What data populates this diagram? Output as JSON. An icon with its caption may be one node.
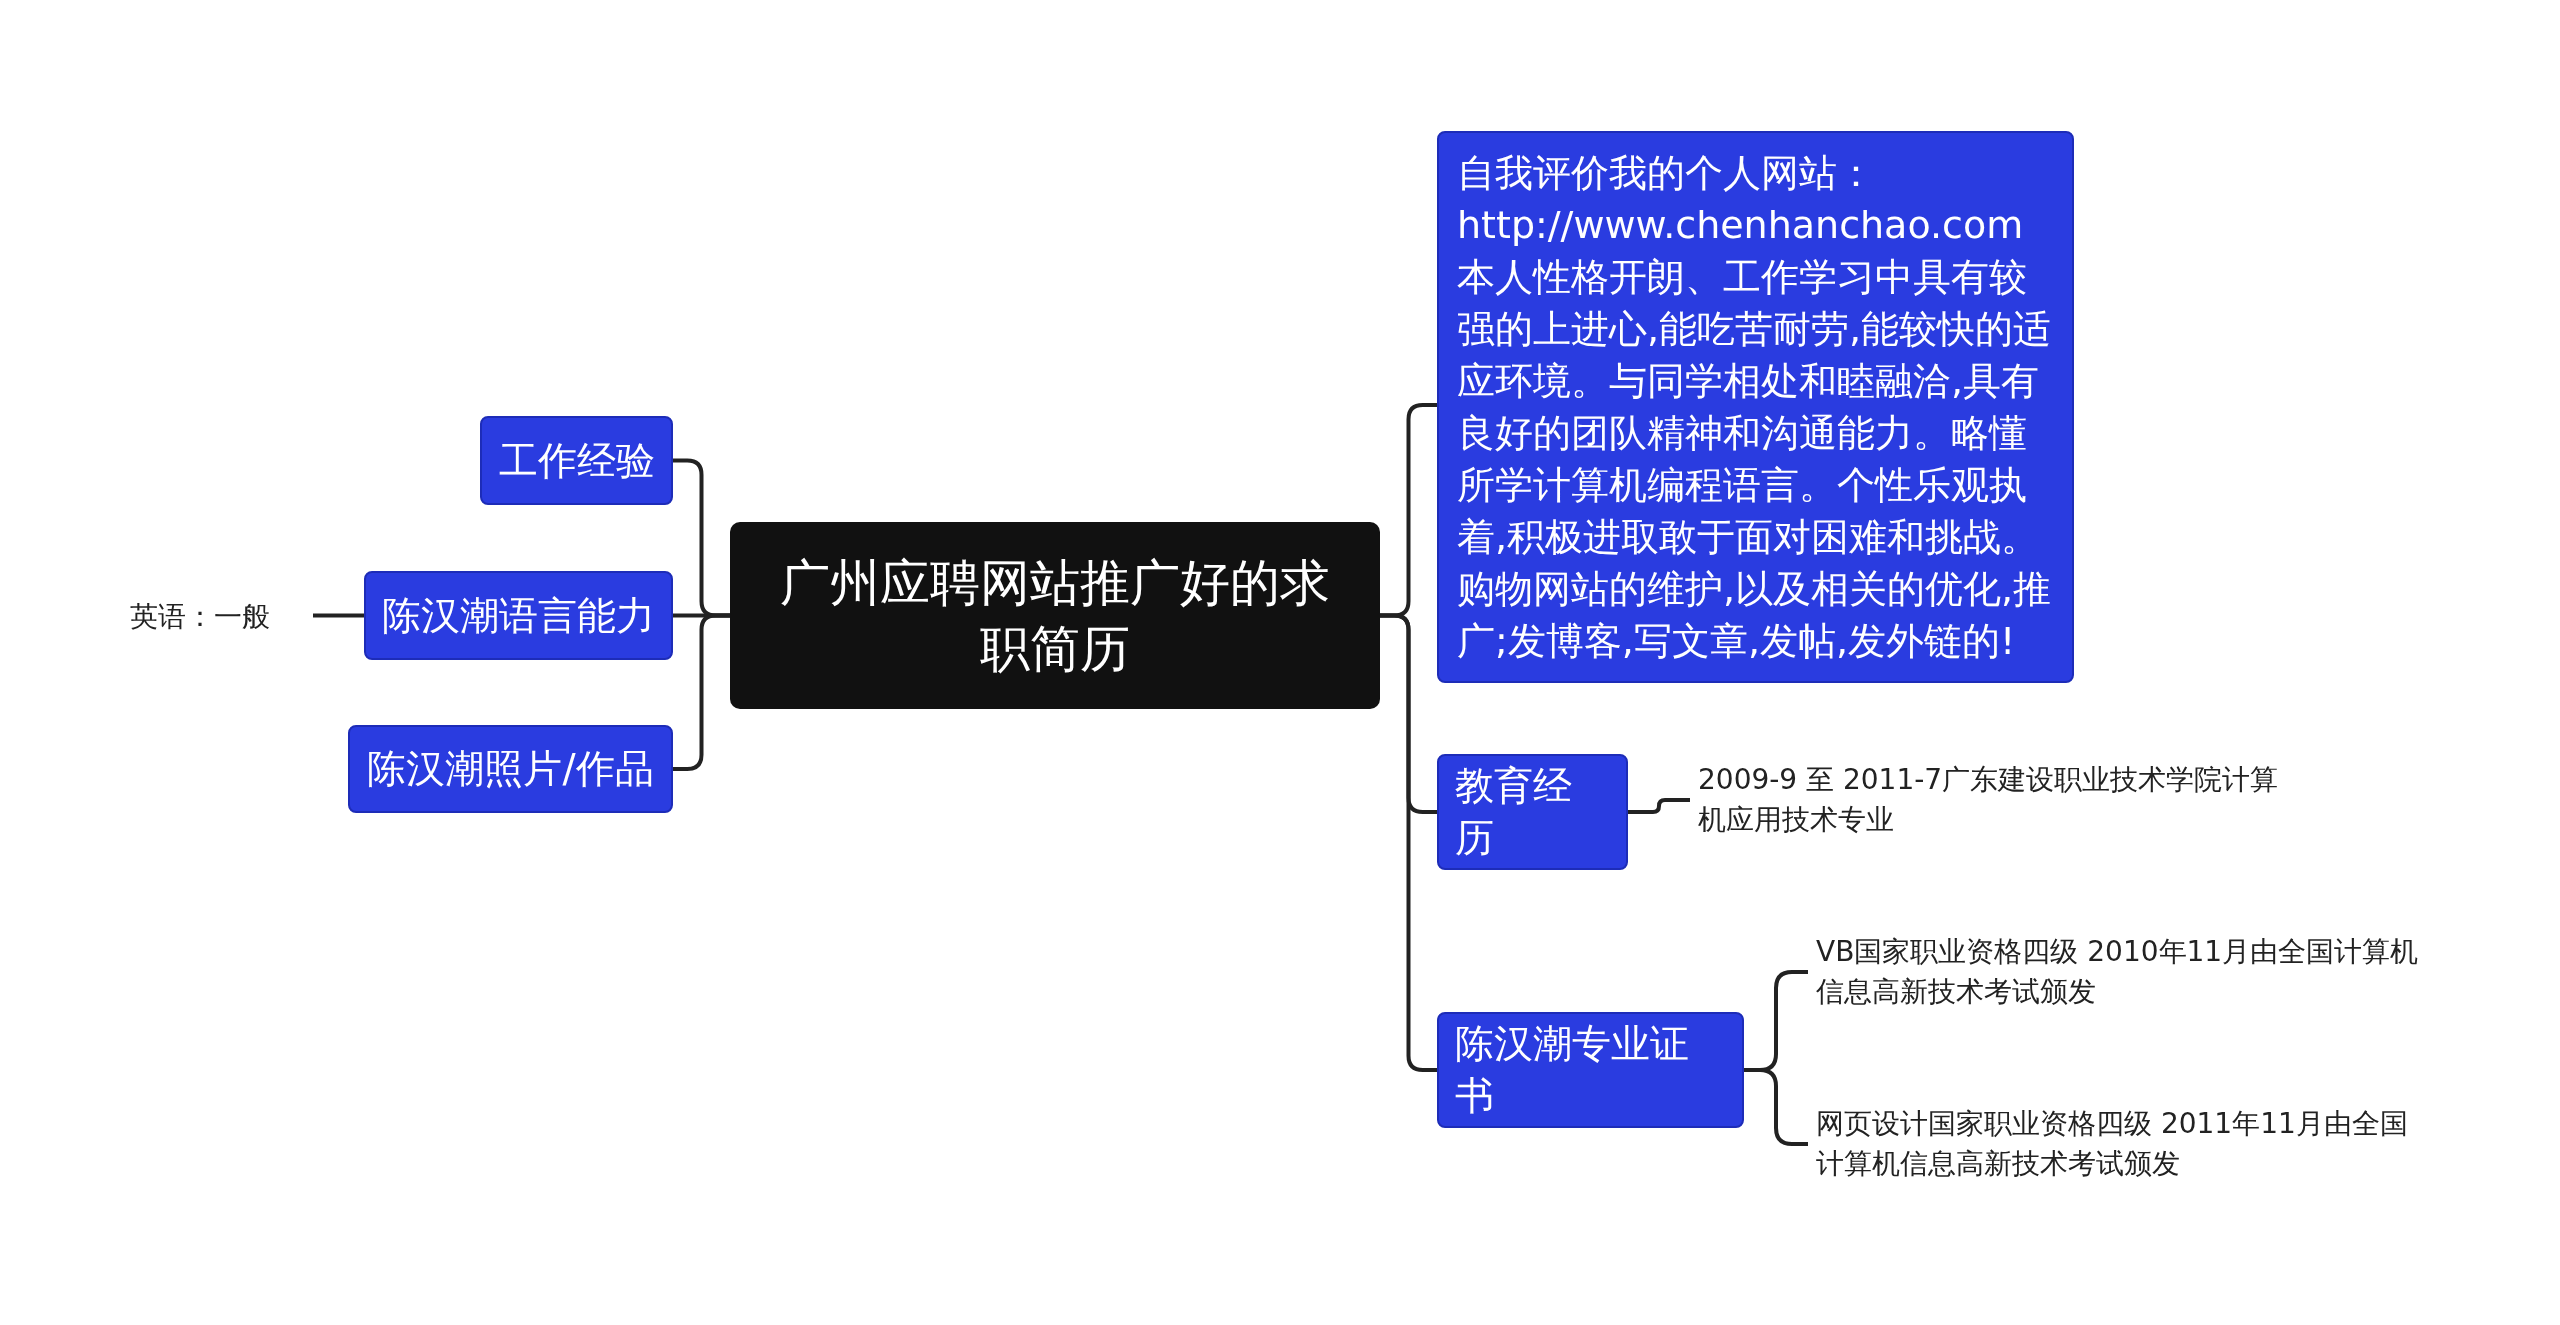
{
  "diagram": {
    "nodes": [
      {
        "text": [
          "广州应聘网站推广好的求职简历"
        ]
      },
      {
        "text": [
          "工作经验"
        ]
      },
      {
        "text": [
          "陈汉潮语言能力"
        ]
      },
      {
        "text": [
          "英语：一般"
        ]
      },
      {
        "text": [
          "陈汉潮照片/作品"
        ]
      },
      {
        "text": [
          "自我评价我的个人网站：http://www.chenhanchao.com本人性格开朗、工作学习中具有较强的上进心,能吃苦耐劳,能较快的适应环境。与同学相处和睦融洽,具有良好的团队精神和沟通能力。略懂所学计算机编程语言。个性乐观执着,积极进取敢于面对困难和挑战。购物网站的维护,以及相关的优化,推广;发博客,写文章,发帖,发外链的!"
        ]
      },
      {
        "text": [
          "教育经历"
        ]
      },
      {
        "text": [
          "2009-9 至 2011-7广东建设职业技术学院计算机应用技术专业"
        ]
      },
      {
        "text": [
          "陈汉潮专业证书"
        ]
      },
      {
        "text": [
          "VB国家职业资格四级 2010年11月由全国计算机信息高新技术考试颁发"
        ]
      },
      {
        "text": [
          "网页设计国家职业资格四级 2011年11月由全国计算机信息高新技术考试颁发"
        ]
      }
    ],
    "edges": [
      {
        "from": 0,
        "to": 1,
        "arrow": "none"
      },
      {
        "from": 0,
        "to": 2,
        "arrow": "none"
      },
      {
        "from": 2,
        "to": 3,
        "arrow": "none"
      },
      {
        "from": 0,
        "to": 4,
        "arrow": "none"
      },
      {
        "from": 0,
        "to": 5,
        "arrow": "none"
      },
      {
        "from": 0,
        "to": 6,
        "arrow": "none"
      },
      {
        "from": 6,
        "to": 7,
        "arrow": "none"
      },
      {
        "from": 0,
        "to": 8,
        "arrow": "none"
      },
      {
        "from": 8,
        "to": 9,
        "arrow": "none"
      },
      {
        "from": 8,
        "to": 10,
        "arrow": "none"
      }
    ]
  }
}
